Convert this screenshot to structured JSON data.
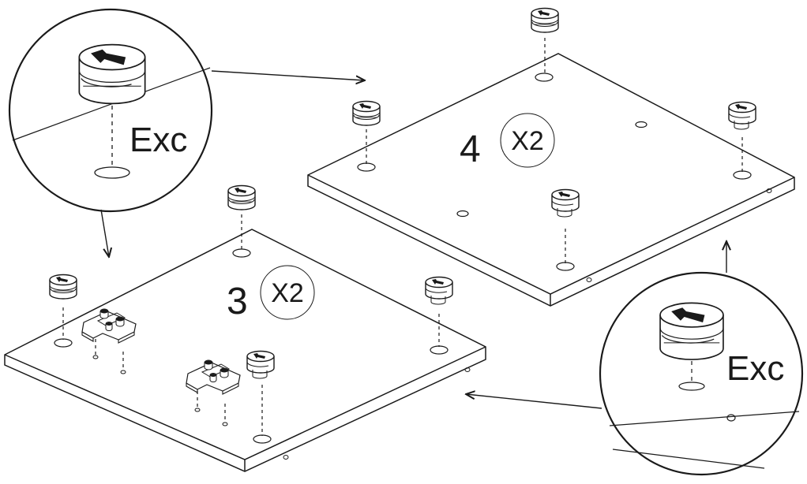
{
  "panel_3": {
    "step_number": "3",
    "quantity": "X2"
  },
  "panel_4": {
    "step_number": "4",
    "quantity": "X2"
  },
  "zoom_top_left": {
    "label": "Exc"
  },
  "zoom_bottom_right": {
    "label": "Exc"
  },
  "colors": {
    "stroke": "#1a1a1a",
    "fill": "#ffffff",
    "arrow_fill": "#1a1a1a"
  },
  "icons": [
    "cam-lock-fitting-icon",
    "hinge-plate-icon",
    "magnifier-callout-icon",
    "pointer-arrow-icon"
  ]
}
